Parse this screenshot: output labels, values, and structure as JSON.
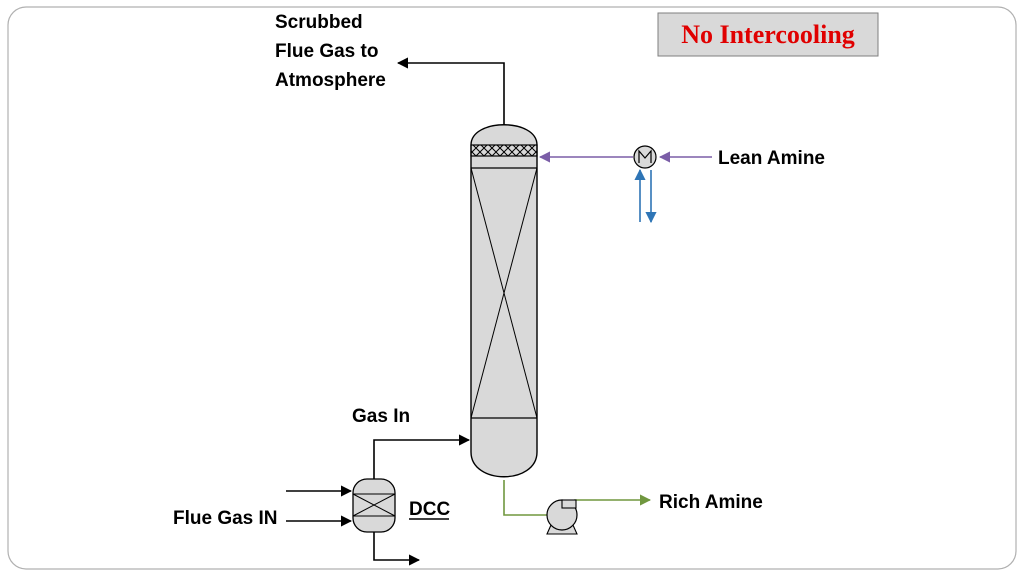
{
  "badge": {
    "label": "No Intercooling",
    "text_color": "#e00000",
    "fill_color": "#d9d9d9"
  },
  "labels": {
    "outlet_line1": "Scrubbed",
    "outlet_line2": "Flue Gas to",
    "outlet_line3": "Atmosphere",
    "lean_amine": "Lean Amine",
    "rich_amine": "Rich Amine",
    "gas_in": "Gas In",
    "flue_gas_in": "Flue Gas IN",
    "dcc": "DCC"
  },
  "colors": {
    "vessel_fill": "#d9d9d9",
    "lean_amine_line": "#7b5ea7",
    "cooling_water_line": "#2e75b6",
    "rich_amine_line": "#70973f",
    "gas_line": "#000000"
  },
  "icons": {
    "heat_exchanger": "heat-exchanger-icon",
    "pump": "pump-icon"
  }
}
